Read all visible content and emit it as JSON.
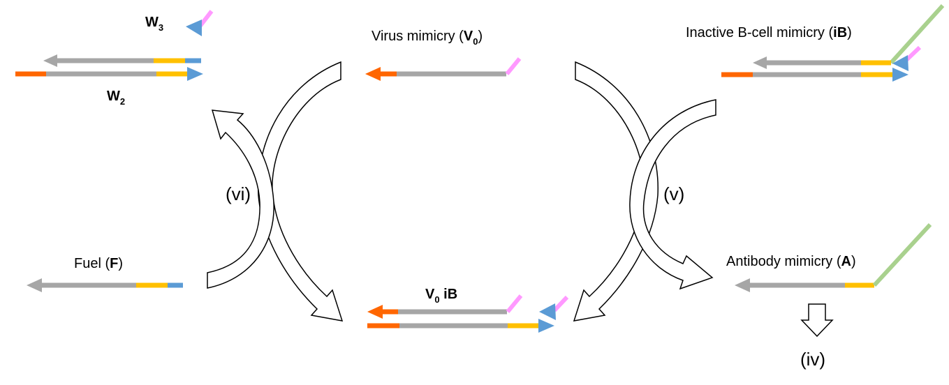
{
  "colors": {
    "gray": "#a6a6a6",
    "orange": "#ff6600",
    "yellow": "#ffc000",
    "blue": "#5b9bd5",
    "pink": "#ff99ff",
    "green": "#a9d18e"
  },
  "labels": {
    "w3": {
      "main": "W",
      "sub": "3"
    },
    "w2": {
      "main": "W",
      "sub": "2"
    },
    "virus": {
      "pre": "Virus mimicry (",
      "bold": "V",
      "sub": "0",
      "post": ")"
    },
    "inactive": {
      "pre": "Inactive B-cell mimicry (",
      "bold": "iB",
      "post": ")"
    },
    "fuel": {
      "pre": "Fuel (",
      "bold": "F",
      "post": ")"
    },
    "antibody": {
      "pre": "Antibody mimicry (",
      "bold": "A",
      "post": ")"
    },
    "complex": {
      "main": "V",
      "sub": "0",
      "rest": " iB"
    }
  },
  "steps": {
    "vi": "(vi)",
    "v": "(v)",
    "iv": "(iv)"
  }
}
